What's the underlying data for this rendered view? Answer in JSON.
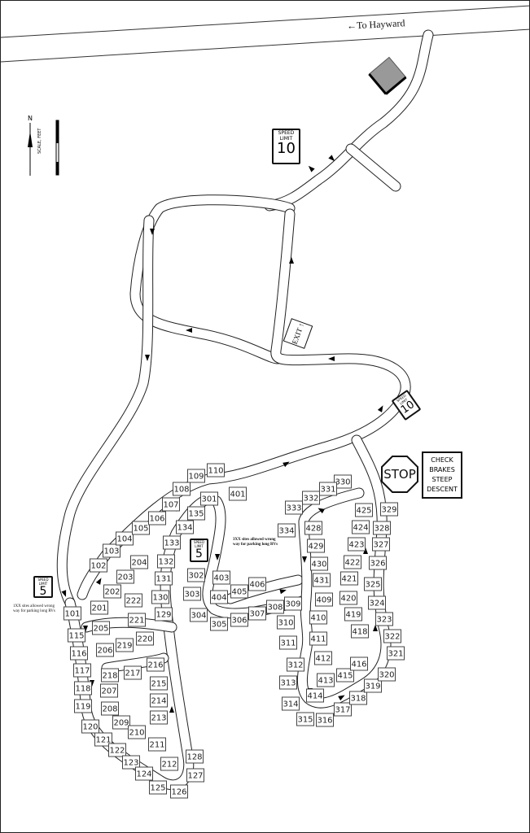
{
  "highway": {
    "label": "To Hayward",
    "arrow_icon": "arrow-left"
  },
  "compass": {
    "north": "N",
    "scale_label": "SCALE, FEET"
  },
  "signs": {
    "speed10_top": {
      "line1": "SPEED",
      "line2": "LIMIT",
      "number": "10"
    },
    "speed10_right": {
      "line1": "SPEED",
      "line2": "LIMIT",
      "number": "10"
    },
    "speed5_center": {
      "line1": "SPEED",
      "line2": "LIMIT",
      "number": "5"
    },
    "speed5_left": {
      "line1": "SPEED",
      "line2": "LIMIT",
      "number": "5"
    },
    "stop": "STOP",
    "check_brakes": [
      "CHECK",
      "BRAKES",
      "STEEP",
      "DESCENT"
    ],
    "exit": "EXIT"
  },
  "notes": {
    "sites_1xx": "1XX sites allowed wrong way for parking long RVs",
    "sites_3xx": "3XX sites allowed wrong way for parking long RVs"
  },
  "sites": [
    "101",
    "102",
    "103",
    "104",
    "105",
    "106",
    "107",
    "108",
    "109",
    "110",
    "115",
    "116",
    "117",
    "118",
    "119",
    "120",
    "121",
    "122",
    "123",
    "124",
    "125",
    "126",
    "127",
    "128",
    "129",
    "130",
    "131",
    "132",
    "133",
    "134",
    "135",
    "201",
    "202",
    "203",
    "204",
    "205",
    "206",
    "207",
    "208",
    "209",
    "210",
    "211",
    "212",
    "213",
    "214",
    "215",
    "216",
    "217",
    "218",
    "219",
    "220",
    "221",
    "222",
    "301",
    "302",
    "303",
    "304",
    "305",
    "306",
    "307",
    "308",
    "309",
    "310",
    "311",
    "312",
    "313",
    "314",
    "315",
    "316",
    "317",
    "318",
    "319",
    "320",
    "321",
    "322",
    "323",
    "324",
    "325",
    "326",
    "327",
    "328",
    "329",
    "330",
    "331",
    "332",
    "333",
    "334",
    "401",
    "403",
    "404",
    "405",
    "406",
    "409",
    "410",
    "411",
    "412",
    "413",
    "414",
    "415",
    "416",
    "418",
    "419",
    "420",
    "421",
    "422",
    "423",
    "424",
    "425",
    "428",
    "429",
    "430",
    "431"
  ]
}
